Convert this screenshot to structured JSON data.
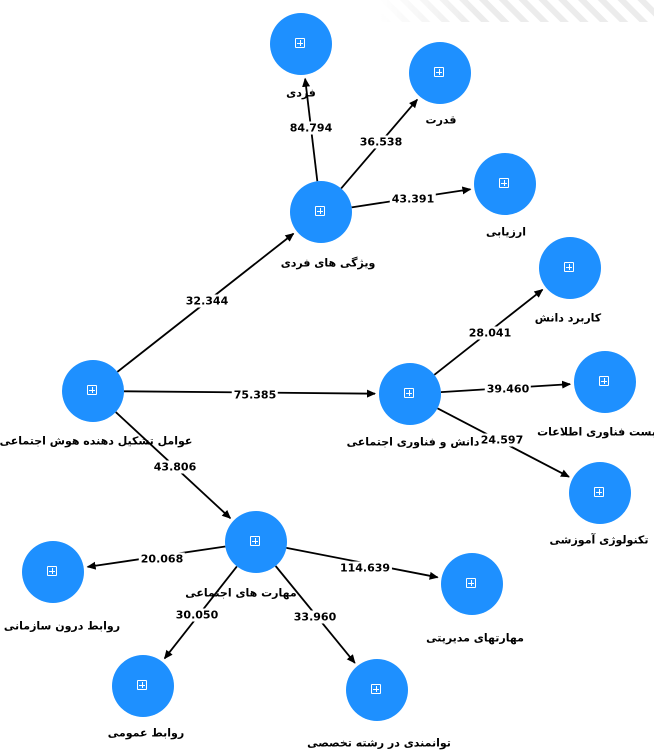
{
  "diagram": {
    "nodes": {
      "core": {
        "label": "عوامل تشکیل دهنده هوش اجتماعی"
      },
      "personal": {
        "label": "ویژگی های فردی"
      },
      "knowledge": {
        "label": "دانش و فناوری اجتماعی"
      },
      "social": {
        "label": "مهارت های اجتماعی"
      },
      "fardi": {
        "label": "فردی"
      },
      "ghodrat": {
        "label": "قدرت"
      },
      "arzyabi": {
        "label": "ارزیابی"
      },
      "karbord": {
        "label": "کاربرد دانش"
      },
      "itmgmt": {
        "label": "کاربست فناوری اطلاعات"
      },
      "edutech": {
        "label": "تکنولوژی آموزشی"
      },
      "internal": {
        "label": "روابط درون سازمانی"
      },
      "public": {
        "label": "روابط عمومی"
      },
      "mgmt": {
        "label": "مهارتهای مدیریتی"
      },
      "expert": {
        "label": "توانمندی در رشته تخصصی"
      }
    },
    "edges": [
      {
        "id": "e-core-personal",
        "from": "core",
        "to": "personal",
        "value": "32.344"
      },
      {
        "id": "e-core-knowledge",
        "from": "core",
        "to": "knowledge",
        "value": "75.385"
      },
      {
        "id": "e-core-social",
        "from": "core",
        "to": "social",
        "value": "43.806"
      },
      {
        "id": "e-personal-fardi",
        "from": "personal",
        "to": "fardi",
        "value": "84.794"
      },
      {
        "id": "e-personal-ghodrat",
        "from": "personal",
        "to": "ghodrat",
        "value": "36.538"
      },
      {
        "id": "e-personal-arzyabi",
        "from": "personal",
        "to": "arzyabi",
        "value": "43.391"
      },
      {
        "id": "e-knowledge-karbord",
        "from": "knowledge",
        "to": "karbord",
        "value": "28.041"
      },
      {
        "id": "e-knowledge-itmgmt",
        "from": "knowledge",
        "to": "itmgmt",
        "value": "39.460"
      },
      {
        "id": "e-knowledge-edutech",
        "from": "knowledge",
        "to": "edutech",
        "value": "24.597"
      },
      {
        "id": "e-social-internal",
        "from": "social",
        "to": "internal",
        "value": "20.068"
      },
      {
        "id": "e-social-public",
        "from": "social",
        "to": "public",
        "value": "30.050"
      },
      {
        "id": "e-social-expert",
        "from": "social",
        "to": "expert",
        "value": "33.960"
      },
      {
        "id": "e-social-mgmt",
        "from": "social",
        "to": "mgmt",
        "value": "114.639"
      }
    ],
    "colors": {
      "node": "#1e90ff",
      "edge": "#000000",
      "hatch": "#e6e6e6"
    }
  }
}
